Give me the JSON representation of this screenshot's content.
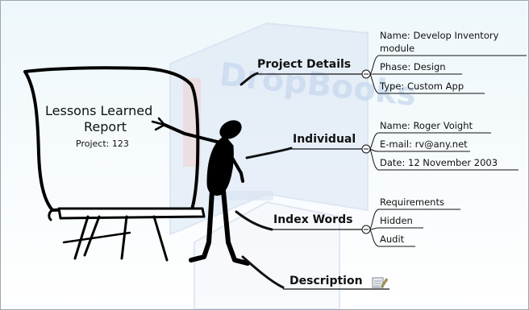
{
  "board": {
    "title_line1": "Lessons Learned",
    "title_line2": "Report",
    "project": "Project: 123"
  },
  "watermark": {
    "text": "DropBooks"
  },
  "branches": [
    {
      "label": "Project Details",
      "collapse_symbol": "⊖",
      "items": [
        {
          "line1": "Name: Develop Inventory",
          "line2": "module"
        },
        {
          "line1": "Phase: Design"
        },
        {
          "line1": "Type: Custom App"
        }
      ]
    },
    {
      "label": "Individual",
      "collapse_symbol": "⊖",
      "items": [
        {
          "line1": "Name: Roger Voight"
        },
        {
          "line1": "E-mail: rv@any.net"
        },
        {
          "line1": "Date: 12 November 2003"
        }
      ]
    },
    {
      "label": "Index Words",
      "collapse_symbol": "⊖",
      "items": [
        {
          "line1": "Requirements"
        },
        {
          "line1": "Hidden"
        },
        {
          "line1": "Audit"
        }
      ]
    },
    {
      "label": "Description",
      "icon": "note-icon"
    }
  ],
  "colors": {
    "watermark_blue": "#2f6fb7",
    "watermark_red": "#c43b3b",
    "line": "#111111"
  }
}
